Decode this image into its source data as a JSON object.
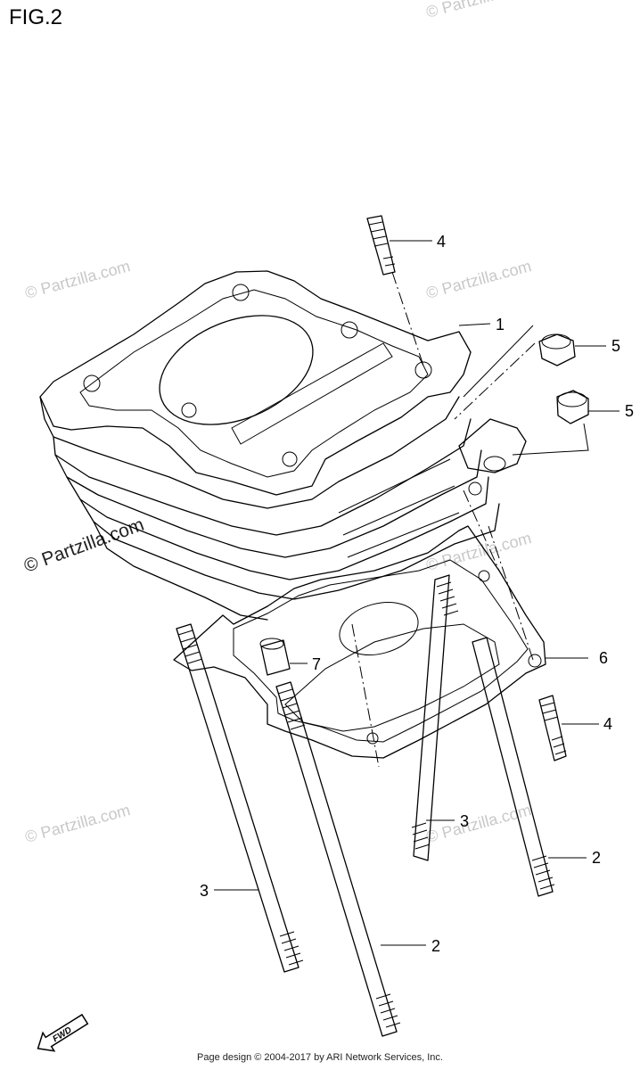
{
  "figure": {
    "title": "FIG.2"
  },
  "watermark": {
    "text": "© Partzilla.com"
  },
  "fwd_badge": {
    "text": "FWD"
  },
  "callouts": [
    {
      "id": "c1",
      "number": "1"
    },
    {
      "id": "c2a",
      "number": "2"
    },
    {
      "id": "c2b",
      "number": "2"
    },
    {
      "id": "c3a",
      "number": "3"
    },
    {
      "id": "c3b",
      "number": "3"
    },
    {
      "id": "c4a",
      "number": "4"
    },
    {
      "id": "c4b",
      "number": "4"
    },
    {
      "id": "c5a",
      "number": "5"
    },
    {
      "id": "c5b",
      "number": "5"
    },
    {
      "id": "c6",
      "number": "6"
    },
    {
      "id": "c7",
      "number": "7"
    }
  ],
  "footer": {
    "text": "Page design © 2004-2017 by ARI Network Services, Inc."
  }
}
